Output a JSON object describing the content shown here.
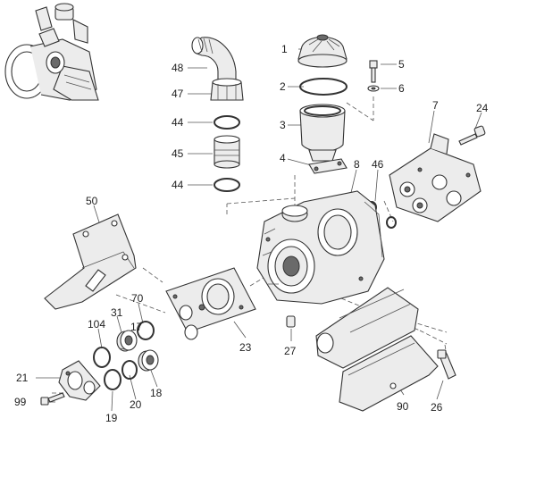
{
  "labels": {
    "p1": "1",
    "p2": "2",
    "p3": "3",
    "p4": "4",
    "p5": "5",
    "p6": "6",
    "p7": "7",
    "p8": "8",
    "p17": "17",
    "p18": "18",
    "p19": "19",
    "p20": "20",
    "p21": "21",
    "p23": "23",
    "p24": "24",
    "p26": "26",
    "p27": "27",
    "p31": "31",
    "p44a": "44",
    "p44b": "44",
    "p45": "45",
    "p46": "46",
    "p47": "47",
    "p48": "48",
    "p50": "50",
    "p70": "70",
    "p90": "90",
    "p99": "99",
    "p104": "104"
  }
}
